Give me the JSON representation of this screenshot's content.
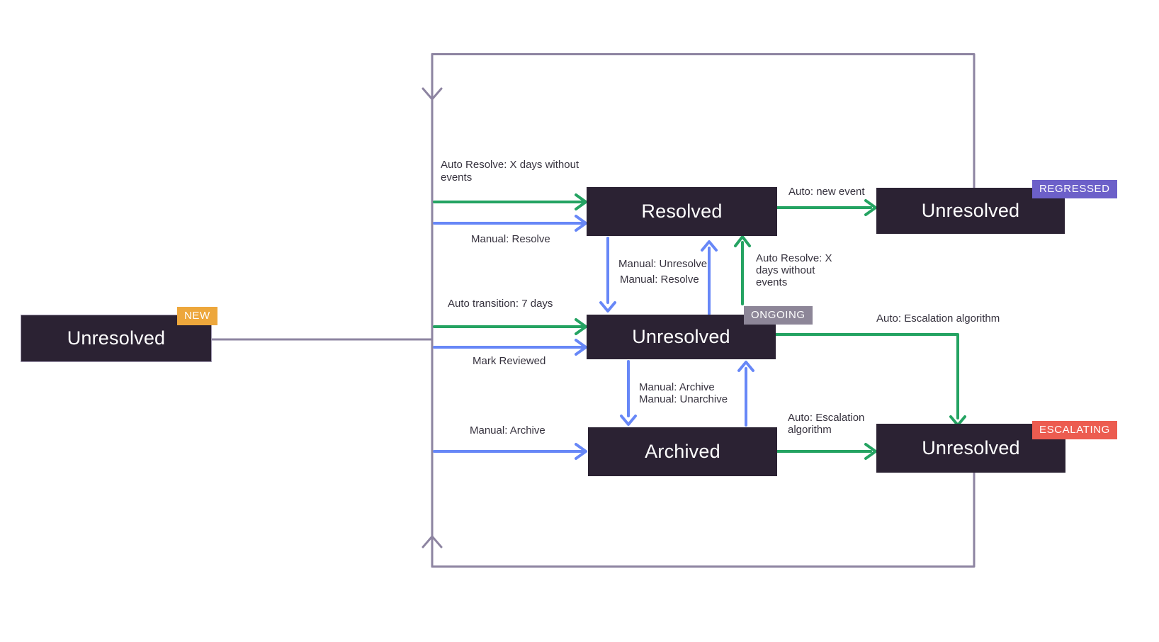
{
  "diagram": {
    "description_colors": {
      "node_background": "#2b2233",
      "auto_transition_green": "#24a362",
      "manual_transition_blue": "#6787f7",
      "loop_line_purple": "#8d84a1",
      "badge_new": "#eda73c",
      "badge_regressed": "#6c60c9",
      "badge_ongoing": "#8d8698",
      "badge_escalating": "#ec5c50",
      "label_text": "#36323e"
    },
    "nodes": {
      "new": {
        "label": "Unresolved",
        "badge": "NEW"
      },
      "resolved": {
        "label": "Resolved"
      },
      "regressed": {
        "label": "Unresolved",
        "badge": "REGRESSED"
      },
      "ongoing": {
        "label": "Unresolved",
        "badge": "ONGOING"
      },
      "archived": {
        "label": "Archived"
      },
      "escalating": {
        "label": "Unresolved",
        "badge": "ESCALATING"
      }
    },
    "edge_labels": {
      "auto_resolve_to_resolved": "Auto Resolve: X days without\nevents",
      "manual_resolve_to_resolved": "Manual: Resolve",
      "auto_transition": "Auto transition: 7 days",
      "mark_reviewed": "Mark Reviewed",
      "manual_archive_from_left": "Manual: Archive",
      "manual_unresolve": "Manual: Unresolve",
      "manual_resolve_mid": "Manual: Resolve",
      "auto_resolve_from_ongoing": "Auto Resolve: X\ndays without\nevents",
      "auto_new_event": "Auto: new event",
      "auto_escalation_algorithm": "Auto: Escalation algorithm",
      "manual_archive_mid": "Manual: Archive",
      "manual_unarchive": "Manual: Unarchive",
      "auto_escalation_from_archived": "Auto: Escalation\nalgorithm"
    }
  }
}
